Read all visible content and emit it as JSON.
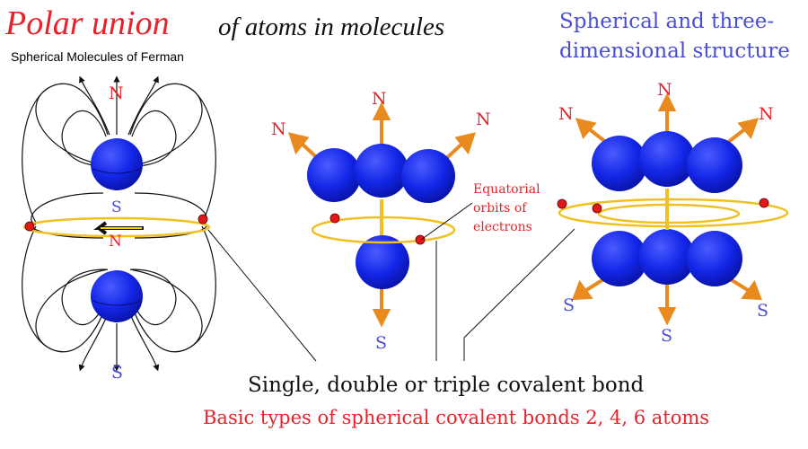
{
  "title": {
    "highlight": "Polar union",
    "rest": "of atoms in molecules"
  },
  "subtitle": "Spherical Molecules of Ferman",
  "heading_right": "Spherical and three-dimensional structure",
  "captions": {
    "bond_types": "Single, double or triple covalent bond",
    "basic_types": "Basic types of spherical covalent bonds 2, 4, 6 atoms"
  },
  "orbit_label": "Equatorial orbits of electrons",
  "pole_labels": {
    "north": "N",
    "south": "S"
  },
  "colors": {
    "title_red": "#e8222a",
    "heading_blue": "#4a4fd1",
    "atom_blue": "#1020e0",
    "arrow_orange": "#e88a1e",
    "orbit_yellow": "#f0c020",
    "electron_red": "#e01818"
  }
}
